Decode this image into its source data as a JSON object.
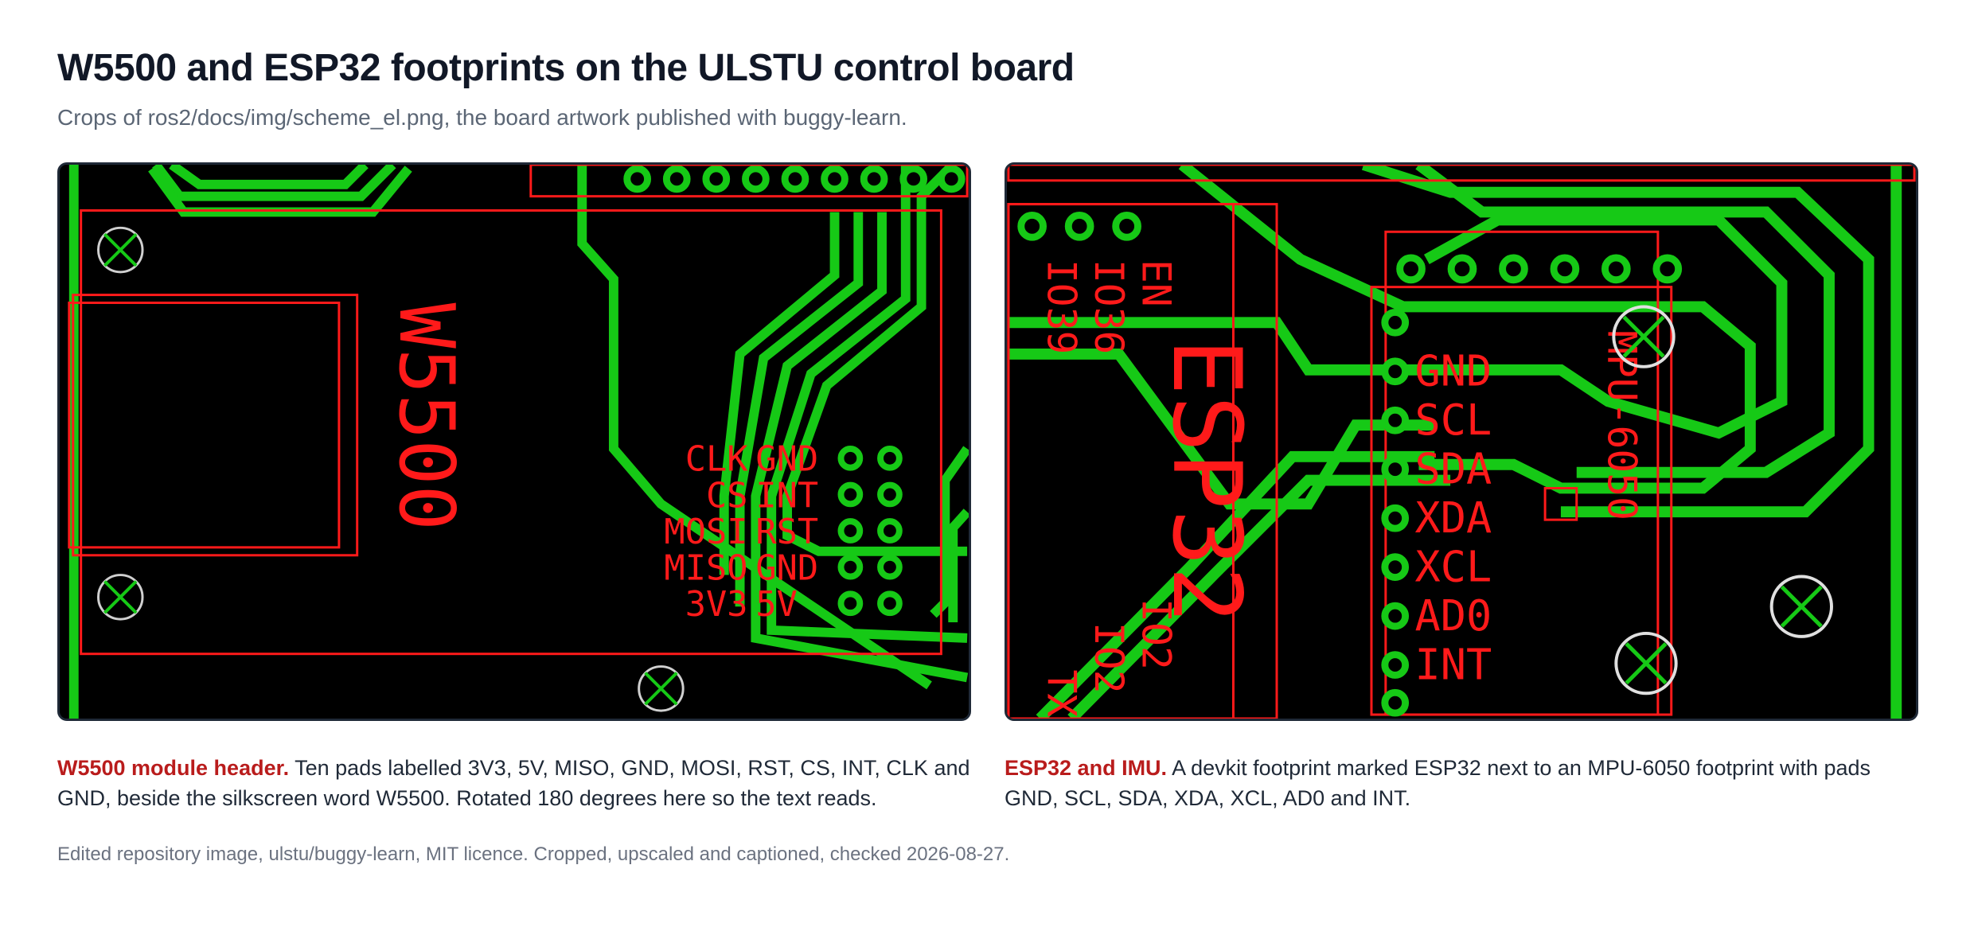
{
  "page": {
    "title": "W5500 and ESP32 footprints on the ULSTU control board",
    "subtitle": "Crops of ros2/docs/img/scheme_el.png, the board artwork published with buggy-learn."
  },
  "figures": [
    {
      "caption_lead": "W5500 module header.",
      "caption_text": "Ten pads labelled 3V3, 5V, MISO, GND, MOSI, RST, CS, INT, CLK and GND, beside the silkscreen word W5500. Rotated 180 degrees here so the text reads.",
      "silkscreen_word": "W5500",
      "pin_labels_left": [
        "CLK",
        "CS",
        "MOSI",
        "MISO",
        "3V3"
      ],
      "pin_labels_right": [
        "GND",
        "INT",
        "RST",
        "GND",
        "5V"
      ]
    },
    {
      "caption_lead": "ESP32 and IMU.",
      "caption_text": "A devkit footprint marked ESP32 next to an MPU-6050 footprint with pads GND, SCL, SDA, XDA, XCL, AD0 and INT.",
      "silkscreen_word": "ESP32",
      "imu_label": "MPU-6050",
      "imu_pins": [
        "GND",
        "SCL",
        "SDA",
        "XDA",
        "XCL",
        "AD0",
        "INT"
      ],
      "esp_pins_top": [
        "EN",
        "IO36",
        "IO39"
      ],
      "esp_pins_bottom": [
        "IO2",
        "IO2",
        "TX"
      ]
    }
  ],
  "footer": "Edited repository image, ulstu/buggy-learn, MIT licence. Cropped, upscaled and captioned, checked 2026-08-27.",
  "colors": {
    "trace": "#16c916",
    "silkscreen": "#ff1a1a",
    "board": "#000000",
    "caption_lead": "#b91c1c"
  }
}
